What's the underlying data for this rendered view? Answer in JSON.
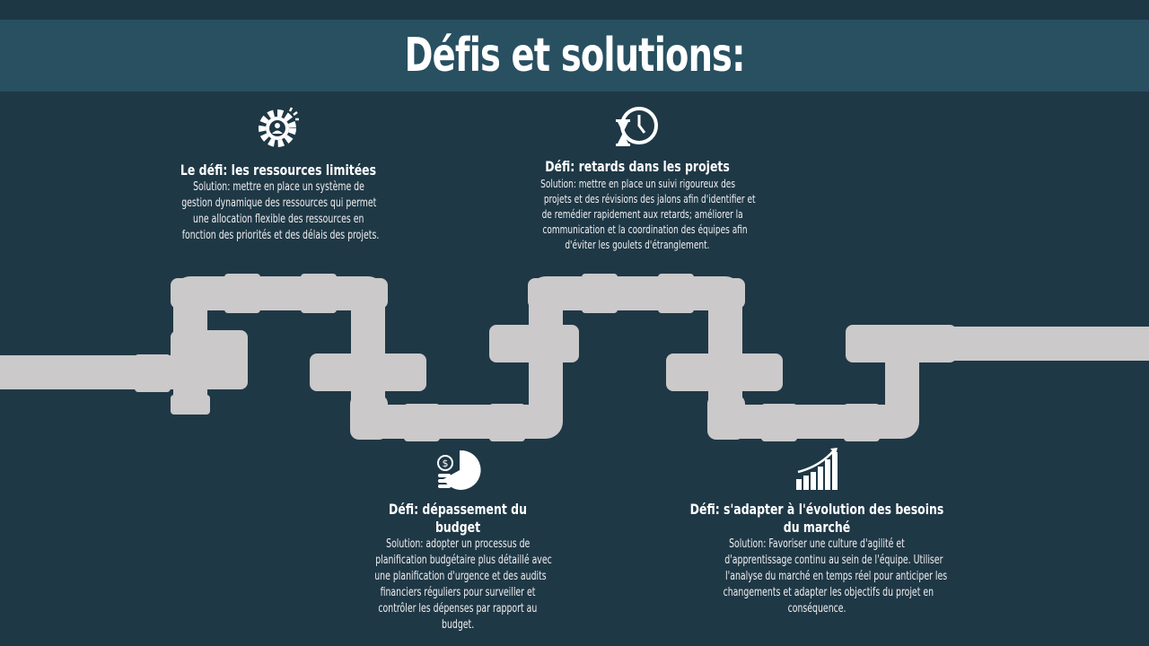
{
  "title": "Défis et solutions:",
  "colors": {
    "background": "#1f3846",
    "title_band": "#285061",
    "pipe": "#cbc9ca"
  },
  "challenges": [
    {
      "icon": "gear-person-icon",
      "heading": "Le défi: les ressources limitées",
      "lines": [
        "Solution: mettre en place un système de",
        "gestion dynamique des ressources qui permet",
        "une allocation flexible des ressources en",
        "fonction des priorités et des délais des projets."
      ]
    },
    {
      "icon": "clock-hourglass-icon",
      "heading": "Défi: retards dans les projets",
      "lines": [
        "Solution: mettre en place un suivi rigoureux des",
        "projets et des révisions des jalons afin d'identifier et",
        "de remédier rapidement aux retards; améliorer la",
        "communication et la coordination des équipes afin",
        "d'éviter les goulets d'étranglement."
      ]
    },
    {
      "icon": "budget-pie-coin-icon",
      "heading": "Défi: dépassement du budget",
      "lines": [
        "Solution: adopter un processus de",
        "planification budgétaire plus détaillé avec",
        "une planification d'urgence et des audits",
        "financiers réguliers pour surveiller et",
        "contrôler les dépenses par rapport au",
        "budget."
      ]
    },
    {
      "icon": "growth-chart-icon",
      "heading": "Défi: s'adapter à l'évolution des besoins du marché",
      "lines": [
        "Solution: Favoriser une culture d'agilité et",
        "d'apprentissage continu au sein de l'équipe. Utiliser",
        "l'analyse du marché en temps réel pour anticiper les",
        "changements et adapter les objectifs du projet en",
        "conséquence."
      ]
    }
  ]
}
